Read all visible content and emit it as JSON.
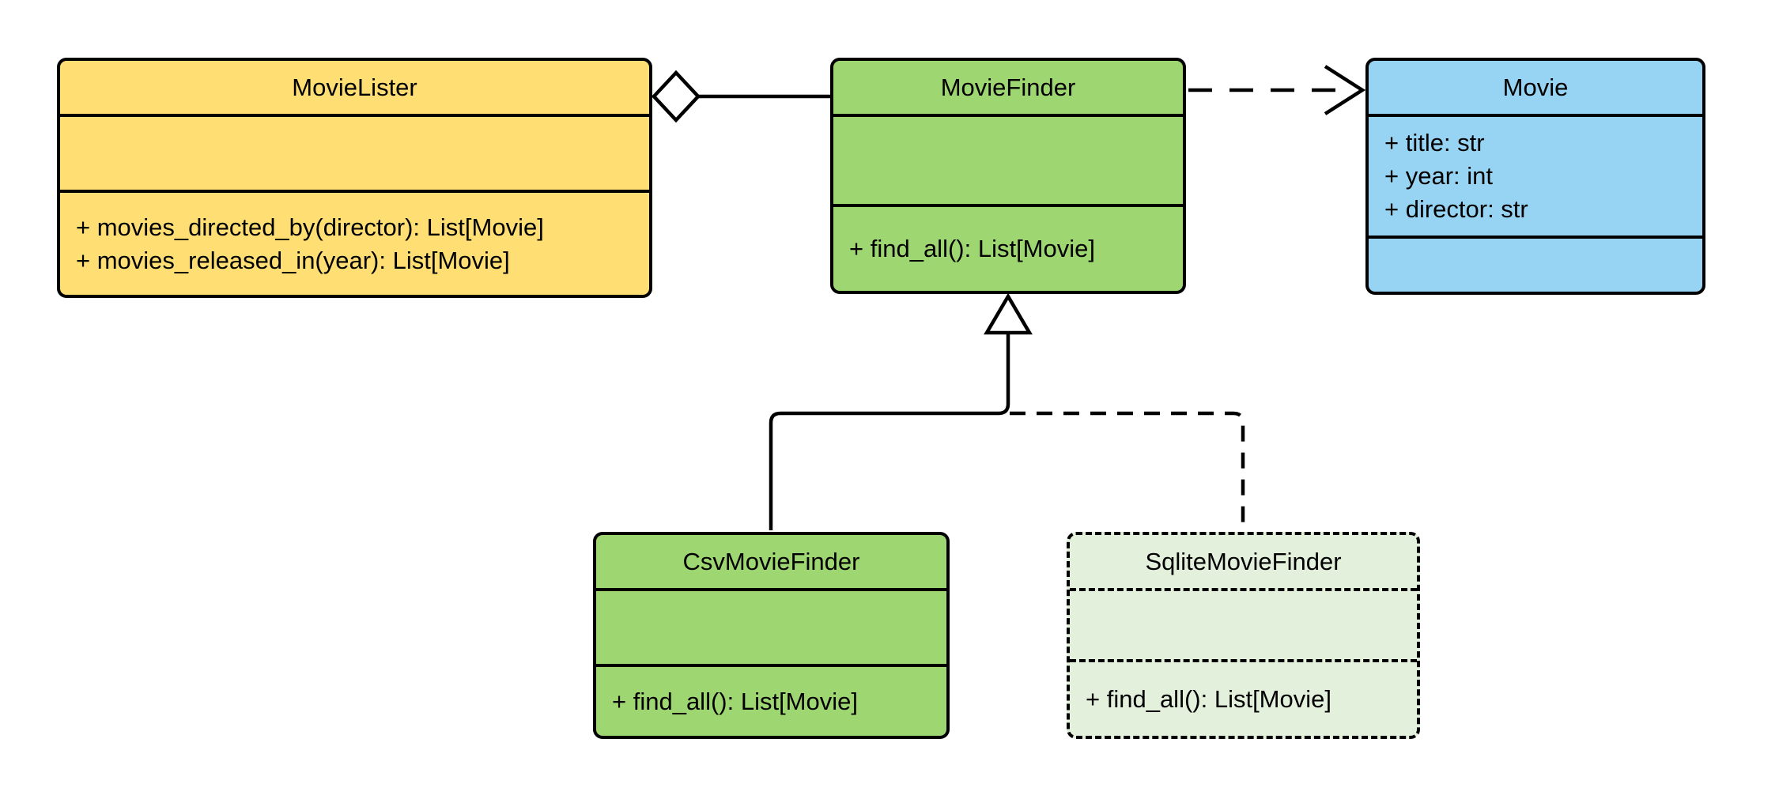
{
  "diagram": {
    "title": "Movie finder UML class diagram",
    "background_color": "#ffffff",
    "line_color": "#000000",
    "classes": [
      {
        "name": "MovieLister",
        "fill": "#FFDE73",
        "border_style": "solid",
        "attributes": [],
        "methods": [
          "+ movies_directed_by(director): List[Movie]",
          "+ movies_released_in(year): List[Movie]"
        ]
      },
      {
        "name": "MovieFinder",
        "fill": "#9ED772",
        "border_style": "solid",
        "attributes": [],
        "methods": [
          "+ find_all(): List[Movie]"
        ]
      },
      {
        "name": "Movie",
        "fill": "#97D3F3",
        "border_style": "solid",
        "attributes": [
          "+ title: str",
          "+ year: int",
          "+ director: str"
        ],
        "methods": []
      },
      {
        "name": "CsvMovieFinder",
        "fill": "#9ED772",
        "border_style": "solid",
        "attributes": [],
        "methods": [
          "+ find_all(): List[Movie]"
        ]
      },
      {
        "name": "SqliteMovieFinder",
        "fill": "#E3F1DC",
        "border_style": "dashed",
        "attributes": [],
        "methods": [
          "+ find_all(): List[Movie]"
        ]
      }
    ],
    "relationships": [
      {
        "type": "aggregation",
        "from": "MovieLister",
        "to": "MovieFinder",
        "line": "solid",
        "marker": "hollow-diamond-at-MovieLister"
      },
      {
        "type": "dependency",
        "from": "MovieFinder",
        "to": "Movie",
        "line": "dashed",
        "marker": "open-arrow-at-Movie"
      },
      {
        "type": "generalization",
        "from": "CsvMovieFinder",
        "to": "MovieFinder",
        "line": "solid",
        "marker": "hollow-triangle-at-MovieFinder"
      },
      {
        "type": "generalization",
        "from": "SqliteMovieFinder",
        "to": "MovieFinder",
        "line": "dashed",
        "marker": "hollow-triangle-at-MovieFinder"
      }
    ]
  }
}
